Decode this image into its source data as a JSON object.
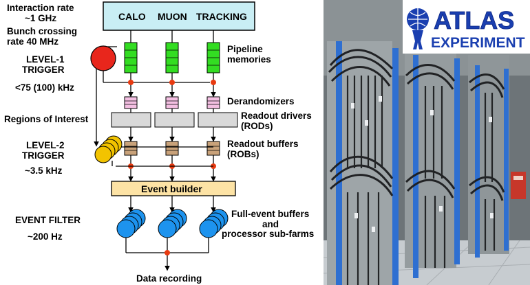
{
  "detectors": {
    "calo": "CALO",
    "muon": "MUON",
    "tracking": "TRACKING"
  },
  "left_labels": {
    "interaction_rate_1": "Interaction rate",
    "interaction_rate_2": "~1 GHz",
    "bunch_crossing_1": "Bunch crossing",
    "bunch_crossing_2": "rate 40 MHz",
    "level1_1": "LEVEL-1",
    "level1_2": "TRIGGER",
    "level1_rate": "<75 (100) kHz",
    "roi": "Regions of Interest",
    "level2_1": "LEVEL-2",
    "level2_2": "TRIGGER",
    "level2_rate": "~3.5 kHz",
    "event_filter": "EVENT FILTER",
    "ef_rate": "~200 Hz"
  },
  "right_labels": {
    "pipeline_1": "Pipeline",
    "pipeline_2": "memories",
    "derandomizers": "Derandomizers",
    "rod_1": "Readout drivers",
    "rod_2": "(RODs)",
    "rob_1": "Readout buffers",
    "rob_2": "(ROBs)",
    "feb_1": "Full-event buffers",
    "feb_2": "and",
    "feb_3": "processor sub-farms"
  },
  "event_builder": "Event builder",
  "data_recording": "Data recording",
  "logo": {
    "line1": "ATLAS",
    "line2": "EXPERIMENT"
  },
  "colors": {
    "detector_box": "#c9eef4",
    "pipeline": "#33dd22",
    "level1_trigger": "#e8261c",
    "level2_trigger": "#f2c300",
    "derandomizer": "#f4bfe2",
    "rod": "#d9d9d9",
    "rob": "#c9a27a",
    "event_builder": "#fde3a5",
    "processor": "#1d93ee",
    "node": "#e83a10",
    "logo_blue": "#1a3fb0"
  }
}
